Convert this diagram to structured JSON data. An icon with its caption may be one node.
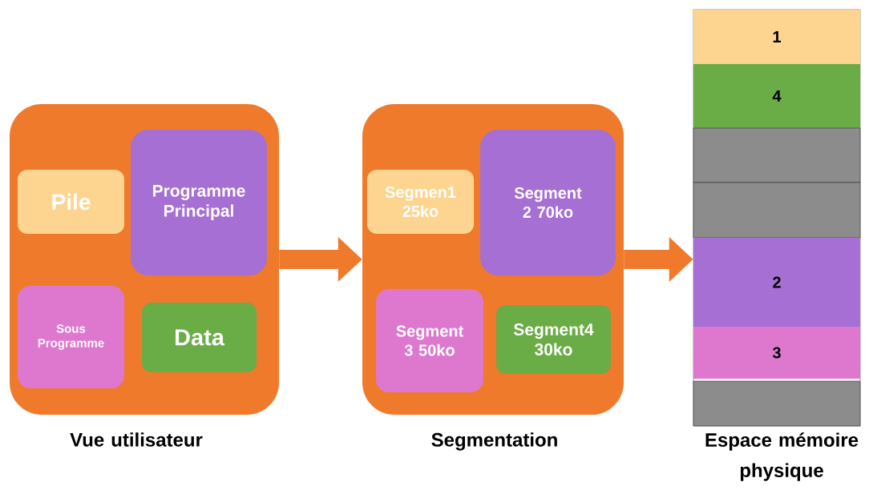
{
  "diagram": {
    "nodes": [
      {
        "text": [
          "Vue utilisateur"
        ]
      },
      {
        "text": [
          "Pile"
        ],
        "in": 0
      },
      {
        "text": [
          "Programme Principal"
        ],
        "in": 0
      },
      {
        "text": [
          "Sous Programme"
        ],
        "in": 0
      },
      {
        "text": [
          "Data"
        ],
        "in": 0
      },
      {
        "text": [
          "Segmentation"
        ]
      },
      {
        "text": [
          "Segmen1 25ko"
        ],
        "in": 5
      },
      {
        "text": [
          "Segment 2 70ko"
        ],
        "in": 5
      },
      {
        "text": [
          "Segment 3 50ko"
        ],
        "in": 5
      },
      {
        "text": [
          "Segment4 30ko"
        ],
        "in": 5
      },
      {
        "text": [
          "Espace mémoire physique"
        ]
      },
      {
        "text": [
          "1"
        ],
        "in": 10
      },
      {
        "text": [
          "4"
        ],
        "in": 10
      },
      {
        "text": [],
        "shape": "box",
        "in": 10
      },
      {
        "text": [],
        "shape": "box",
        "in": 10
      },
      {
        "text": [
          "2"
        ],
        "in": 10
      },
      {
        "text": [
          "3"
        ],
        "in": 10
      },
      {
        "text": [],
        "shape": "box",
        "in": 10
      }
    ],
    "edges": [
      {
        "from": 0,
        "to": 5,
        "arrow": "to"
      },
      {
        "from": 5,
        "to": 10,
        "arrow": "to"
      }
    ]
  }
}
